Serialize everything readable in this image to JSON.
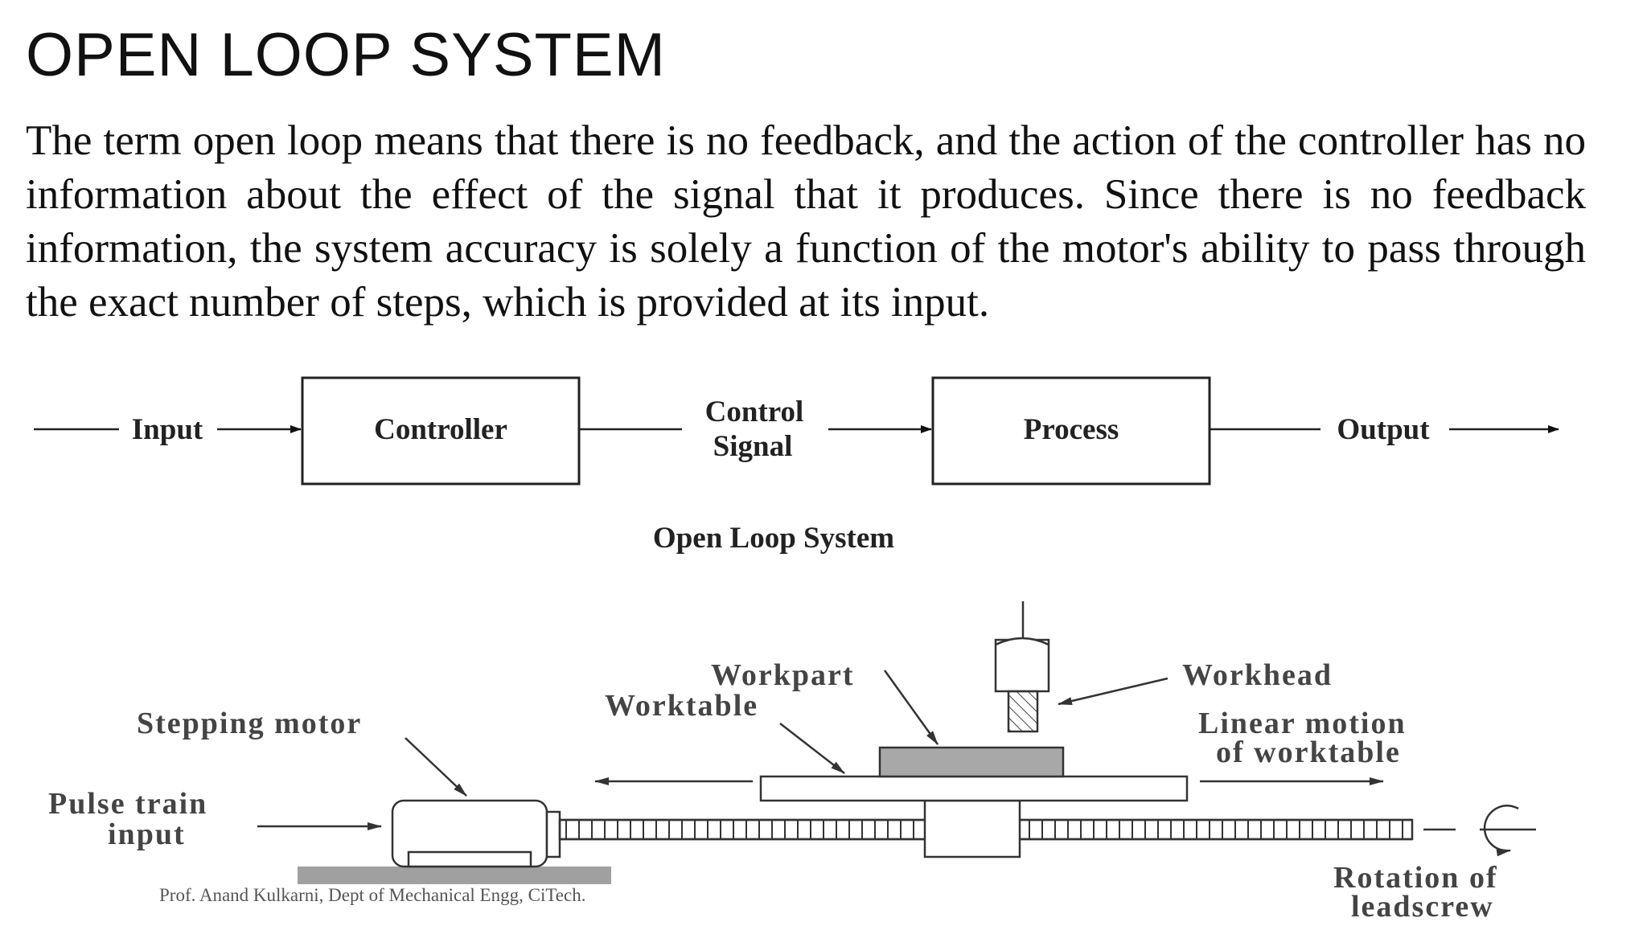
{
  "slide": {
    "title": "OPEN LOOP SYSTEM",
    "body": "The term open loop means that there is no feedback, and the action of the controller has no information about the effect of the signal that it produces. Since there is no feedback information, the system accuracy is solely a function of the motor's ability to pass through the exact number of steps, which is provided at its input.",
    "footer": "Prof. Anand Kulkarni, Dept of Mechanical Engg, CiTech."
  },
  "block_diagram": {
    "input_label": "Input",
    "controller_label": "Controller",
    "signal_label_line1": "Control",
    "signal_label_line2": "Signal",
    "process_label": "Process",
    "output_label": "Output",
    "caption": "Open Loop System"
  },
  "mechanism": {
    "workpart": "Workpart",
    "worktable": "Worktable",
    "workhead": "Workhead",
    "stepping_motor": "Stepping motor",
    "linear_motion_line1": "Linear motion",
    "linear_motion_line2": "of worktable",
    "pulse_line1": "Pulse train",
    "pulse_line2": "input",
    "rotation_line1": "Rotation of",
    "rotation_line2": "leadscrew"
  }
}
